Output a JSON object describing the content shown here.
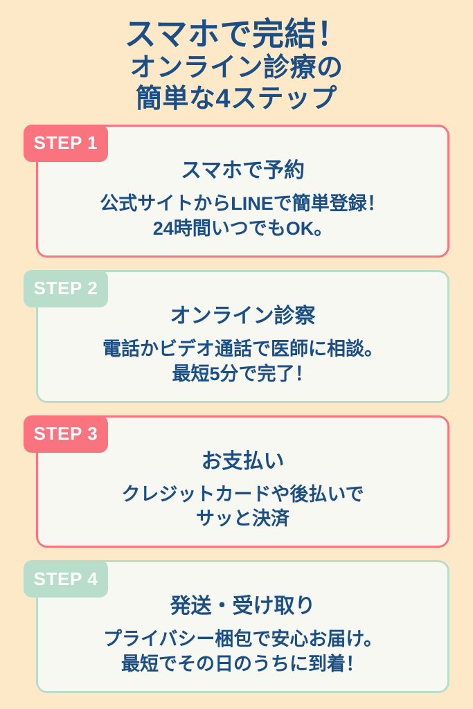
{
  "colors": {
    "background": "#fde8c8",
    "navy_text": "#1b4e85",
    "pink_accent": "#f9747e",
    "mint_accent": "#b9ddcb",
    "card_fill": "#f7f8f2",
    "badge_text": "#ffffff"
  },
  "title": {
    "line1": "スマホで完結！",
    "line2": "オンライン診療の",
    "line3": "簡単な4ステップ"
  },
  "steps": [
    {
      "badge": "STEP 1",
      "accent": "pink",
      "heading": "スマホで予約",
      "desc_lines": [
        "公式サイトからLINEで簡単登録！",
        "24時間いつでもOK。"
      ]
    },
    {
      "badge": "STEP 2",
      "accent": "mint",
      "heading": "オンライン診察",
      "desc_lines": [
        "電話かビデオ通話で医師に相談。",
        "最短5分で完了！"
      ]
    },
    {
      "badge": "STEP 3",
      "accent": "pink",
      "heading": "お支払い",
      "desc_lines": [
        "クレジットカードや後払いで",
        "サッと決済"
      ]
    },
    {
      "badge": "STEP 4",
      "accent": "mint",
      "heading": "発送・受け取り",
      "desc_lines": [
        "プライバシー梱包で安心お届け。",
        "最短でその日のうちに到着！"
      ]
    }
  ]
}
